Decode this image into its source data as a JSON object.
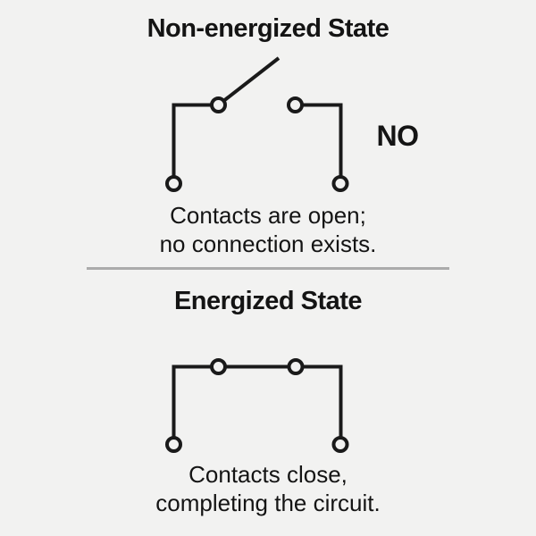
{
  "canvas": {
    "background": "#f2f2f1",
    "line_color": "#1a1a1a",
    "divider_color": "#ababab",
    "text_color": "#141414"
  },
  "non_energized": {
    "title": "Non-energized State",
    "contact_type_label": "NO",
    "caption_line1": "Contacts are open;",
    "caption_line2": "no connection exists."
  },
  "energized": {
    "title": "Energized State",
    "caption_line1": "Contacts close,",
    "caption_line2": "completing the circuit."
  }
}
